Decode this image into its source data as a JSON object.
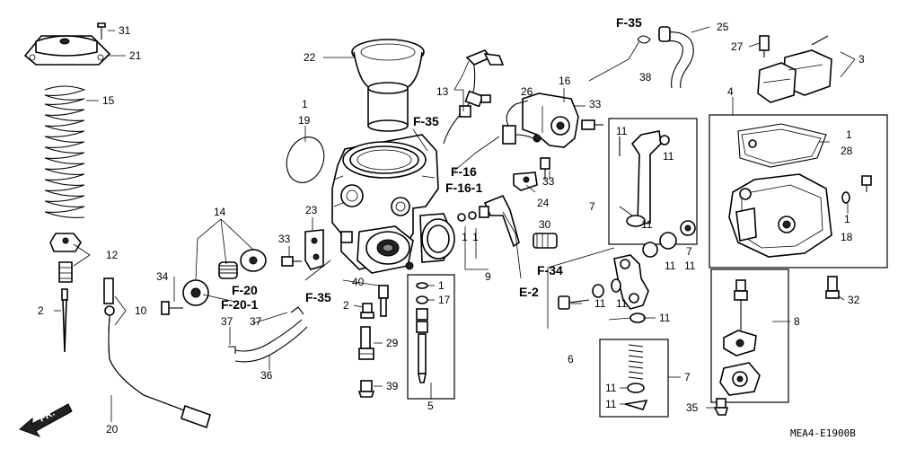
{
  "diagram_code": "MEA4-E1900B",
  "front_indicator": "FR.",
  "references": {
    "f35_top": "F-35",
    "f35_mid": "F-35",
    "f35_left": "F-35",
    "f16": "F-16",
    "f16_1": "F-16-1",
    "f20": "F-20",
    "f20_1": "F-20-1",
    "f34": "F-34",
    "e2": "E-2"
  },
  "callouts": {
    "n31": "31",
    "n21": "21",
    "n15": "15",
    "n12": "12",
    "n2a": "2",
    "n34": "34",
    "n10": "10",
    "n20": "20",
    "n22": "22",
    "n1a": "1",
    "n19": "19",
    "n13": "13",
    "n23": "23",
    "n14": "14",
    "n33a": "33",
    "n40": "40",
    "n2b": "2",
    "n29": "29",
    "n39": "39",
    "n37a": "37",
    "n37b": "37",
    "n36": "36",
    "n1b": "1",
    "n17": "17",
    "n5": "5",
    "n1c": "1",
    "n1d": "1",
    "n9": "9",
    "n26": "26",
    "n16": "16",
    "n33b": "33",
    "n33c": "33",
    "n24": "24",
    "n30": "30",
    "n38": "38",
    "n25": "25",
    "n27": "27",
    "n3": "3",
    "n4": "4",
    "n1e": "1",
    "n28": "28",
    "n11a": "11",
    "n11b": "11",
    "n11c": "11",
    "n7a": "7",
    "n11d": "11",
    "n11e": "11",
    "n7b": "7",
    "n11f": "11",
    "n11g": "11",
    "n11h": "11",
    "n6": "6",
    "n11i": "11",
    "n11j": "11",
    "n7c": "7",
    "n1f": "1",
    "n18": "18",
    "n32": "32",
    "n8": "8",
    "n35": "35"
  }
}
